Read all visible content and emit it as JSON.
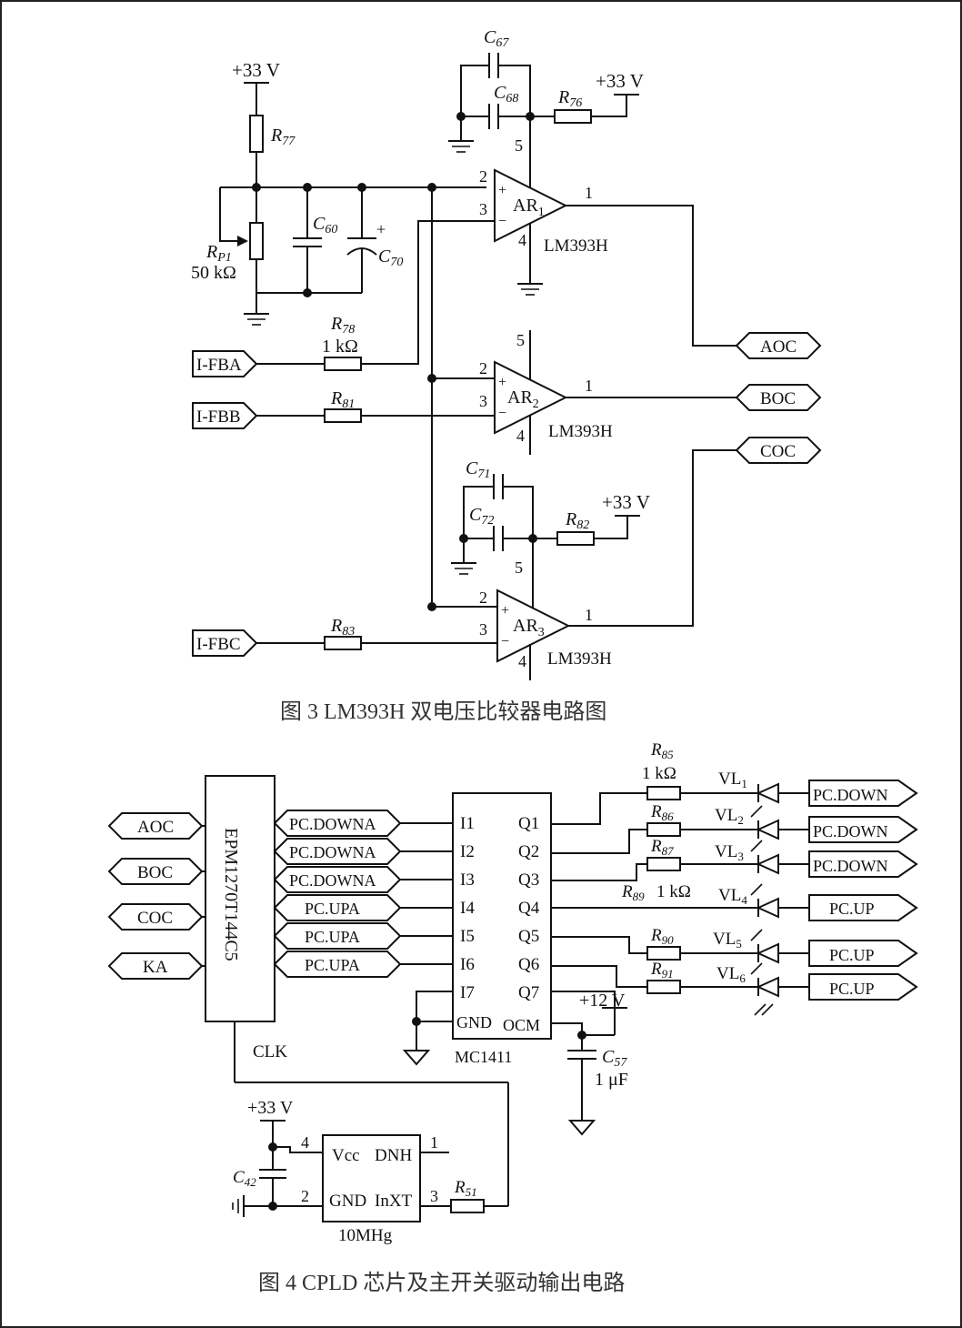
{
  "fig3": {
    "caption": "图 3   LM393H 双电压比较器电路图",
    "supply": "+33  V",
    "chip_name": "LM393H",
    "pin2": "2",
    "pin3": "3",
    "pin1": "1",
    "pin4": "4",
    "pin5": "5",
    "ar_prefix": "AR",
    "ar1_sub": "1",
    "ar2_sub": "2",
    "ar3_sub": "3",
    "rp1_main": "R",
    "rp1_sub": "P1",
    "rp1_value": "50  kΩ",
    "r77": "R",
    "r77_sub": "77",
    "c60": "C",
    "c60_sub": "60",
    "c70": "C",
    "c70_sub": "70",
    "c70_plus": "+",
    "r78": "R",
    "r78_sub": "78",
    "r78_value": "1  kΩ",
    "r81": "R",
    "r81_sub": "81",
    "r83": "R",
    "r83_sub": "83",
    "c67": "C",
    "c67_sub": "67",
    "c68": "C",
    "c68_sub": "68",
    "r76": "R",
    "r76_sub": "76",
    "c71": "C",
    "c71_sub": "71",
    "c72": "C",
    "c72_sub": "72",
    "r82": "R",
    "r82_sub": "82",
    "in_a": "I-FBA",
    "in_b": "I-FBB",
    "in_c": "I-FBC",
    "out_a": "AOC",
    "out_b": "BOC",
    "out_c": "COC",
    "plus": "+",
    "minus": "−"
  },
  "fig4": {
    "caption": "图 4   CPLD 芯片及主开关驱动输出电路",
    "cpld_name": "EPM1270T144C5",
    "cpld_inputs": [
      "AOC",
      "BOC",
      "COC",
      "KA"
    ],
    "cpld_outputs": [
      "PC.DOWNA",
      "PC.DOWNA",
      "PC.DOWNA",
      "PC.UPA",
      "PC.UPA",
      "PC.UPA"
    ],
    "clk": "CLK",
    "driver_name": "MC1411",
    "driver_in_pins": [
      "I1",
      "I2",
      "I3",
      "I4",
      "I5",
      "I6",
      "I7"
    ],
    "driver_out_pins": [
      "Q1",
      "Q2",
      "Q3",
      "Q4",
      "Q5",
      "Q6",
      "Q7"
    ],
    "gnd_pin": "GND",
    "ocm_pin": "OCM",
    "supply12": "+12  V",
    "c57": "C",
    "c57_sub": "57",
    "c57_value": "1  μF",
    "r85": "R",
    "r85_sub": "85",
    "r85_value": "1  kΩ",
    "r86": "R",
    "r86_sub": "86",
    "r87": "R",
    "r87_sub": "87",
    "r89": "R",
    "r89_sub": "89",
    "r89_value": "1  kΩ",
    "r90": "R",
    "r90_sub": "90",
    "r91": "R",
    "r91_sub": "91",
    "led_prefix": "VL",
    "led_subs": [
      "1",
      "2",
      "3",
      "4",
      "5",
      "6"
    ],
    "out_labels": [
      "PC.DOWN",
      "PC.DOWN",
      "PC.DOWN",
      "PC.UP",
      "PC.UP",
      "PC.UP"
    ],
    "osc_supply": "+33  V",
    "osc_vcc": "Vcc",
    "osc_dnh": "DNH",
    "osc_gnd": "GND",
    "osc_inxt": "InXT",
    "osc_pin4": "4",
    "osc_pin2": "2",
    "osc_pin1": "1",
    "osc_pin3": "3",
    "osc_name": "10MHg",
    "c42": "C",
    "c42_sub": "42",
    "r51": "R",
    "r51_sub": "51"
  }
}
